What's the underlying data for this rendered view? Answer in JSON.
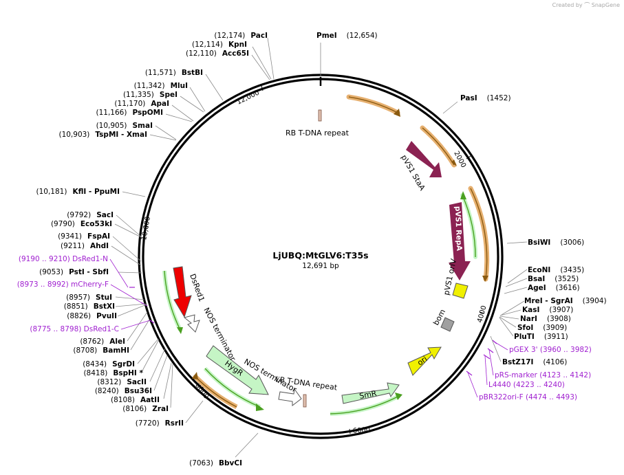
{
  "credit": {
    "prefix": "Created by",
    "brand": "SnapGene"
  },
  "plasmid": {
    "name": "LjUBQ:MtGLV6:T35s",
    "length_label": "12,691 bp"
  },
  "ruler": [
    {
      "label": "2000"
    },
    {
      "label": "4000"
    },
    {
      "label": "6000"
    },
    {
      "label": "8000"
    },
    {
      "label": "10,000"
    },
    {
      "label": "12,000"
    }
  ],
  "features": [
    {
      "label": "RB T-DNA repeat"
    },
    {
      "label": "pVS1 StaA"
    },
    {
      "label": "pVS1 RepA"
    },
    {
      "label": "pVS1 oriV"
    },
    {
      "label": "bom"
    },
    {
      "label": "ori"
    },
    {
      "label": "SmR"
    },
    {
      "label": "LB T-DNA repeat"
    },
    {
      "label": "NOS terminator"
    },
    {
      "label": "HygR"
    },
    {
      "label": "NOS terminator"
    },
    {
      "label": "DsRed1"
    }
  ],
  "sites": [
    {
      "name": "PmeI",
      "pos": "(12,654)"
    },
    {
      "name": "PasI",
      "pos": "(1452)"
    },
    {
      "name": "BsiWI",
      "pos": "(3006)"
    },
    {
      "name": "EcoNI",
      "pos": "(3435)"
    },
    {
      "name": "BsaI",
      "pos": "(3525)"
    },
    {
      "name": "AgeI",
      "pos": "(3616)"
    },
    {
      "name": "MreI - SgrAI",
      "pos": "(3904)"
    },
    {
      "name": "KasI",
      "pos": "(3907)"
    },
    {
      "name": "NarI",
      "pos": "(3908)"
    },
    {
      "name": "SfoI",
      "pos": "(3909)"
    },
    {
      "name": "PluTI",
      "pos": "(3911)"
    },
    {
      "name": "BstZ17I",
      "pos": "(4106)"
    },
    {
      "name": "PacI",
      "pos": "(12,174)"
    },
    {
      "name": "KpnI",
      "pos": "(12,114)"
    },
    {
      "name": "Acc65I",
      "pos": "(12,110)"
    },
    {
      "name": "BstBI",
      "pos": "(11,571)"
    },
    {
      "name": "MluI",
      "pos": "(11,342)"
    },
    {
      "name": "SpeI",
      "pos": "(11,335)"
    },
    {
      "name": "ApaI",
      "pos": "(11,170)"
    },
    {
      "name": "PspOMI",
      "pos": "(11,166)"
    },
    {
      "name": "SmaI",
      "pos": "(10,905)"
    },
    {
      "name": "TspMI - XmaI",
      "pos": "(10,903)"
    },
    {
      "name": "KflI - PpuMI",
      "pos": "(10,181)"
    },
    {
      "name": "SacI",
      "pos": "(9792)"
    },
    {
      "name": "Eco53kI",
      "pos": "(9790)"
    },
    {
      "name": "FspAI",
      "pos": "(9341)"
    },
    {
      "name": "AhdI",
      "pos": "(9211)"
    },
    {
      "name": "PstI - SbfI",
      "pos": "(9053)"
    },
    {
      "name": "StuI",
      "pos": "(8957)"
    },
    {
      "name": "BstXI",
      "pos": "(8851)"
    },
    {
      "name": "PvuII",
      "pos": "(8826)"
    },
    {
      "name": "AleI",
      "pos": "(8762)"
    },
    {
      "name": "BamHI",
      "pos": "(8708)"
    },
    {
      "name": "SgrDI",
      "pos": "(8434)"
    },
    {
      "name": "BspHI *",
      "pos": "(8418)"
    },
    {
      "name": "SacII",
      "pos": "(8312)"
    },
    {
      "name": "Bsu36I",
      "pos": "(8240)"
    },
    {
      "name": "AatII",
      "pos": "(8108)"
    },
    {
      "name": "ZraI",
      "pos": "(8106)"
    },
    {
      "name": "RsrII",
      "pos": "(7720)"
    },
    {
      "name": "BbvCI",
      "pos": "(7063)"
    }
  ],
  "primers": [
    {
      "text": "(9190 .. 9210)  DsRed1-N"
    },
    {
      "text": "(8973 .. 8992)  mCherry-F"
    },
    {
      "text": "(8775 .. 8798)  DsRed1-C"
    },
    {
      "text": "pGEX 3'    (3960 .. 3982)"
    },
    {
      "text": "pRS-marker    (4123 .. 4142)"
    },
    {
      "text": "L4440    (4223 .. 4240)"
    },
    {
      "text": "pBR322ori-F    (4474 .. 4493)"
    }
  ],
  "colors": {
    "backbone": "#000000",
    "primer": "#a020d0",
    "promoter_like": "#8b2252",
    "marker": "#c5f5c5",
    "ori": "#f0f000",
    "dsred": "#ee0000",
    "arrow_orange": "#e6a040",
    "arrow_green": "#4aa020"
  }
}
